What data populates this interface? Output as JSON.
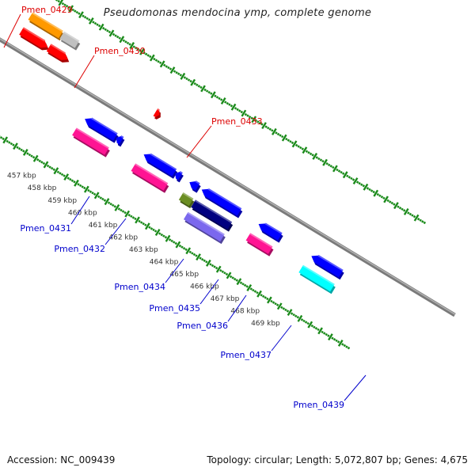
{
  "title": "Pseudomonas mendocina ymp, complete genome",
  "footer": {
    "accession": "Accession: NC_009439",
    "stats": "Topology: circular; Length: 5,072,807 bp; Genes: 4,675"
  },
  "colors": {
    "backbone": "#8a8a8a",
    "tick": "#1a8a1a",
    "label_forward": "#dd0000",
    "label_reverse": "#0000cc"
  },
  "tick_labels": [
    "457 kbp",
    "458 kbp",
    "459 kbp",
    "460 kbp",
    "461 kbp",
    "462 kbp",
    "463 kbp",
    "464 kbp",
    "465 kbp",
    "466 kbp",
    "467 kbp",
    "468 kbp",
    "469 kbp"
  ],
  "tick_label_start_kbp": 457,
  "genes": [
    {
      "name": "Pmen_0429",
      "strand": "+",
      "track": 2,
      "start": 453.2,
      "end": 454.7,
      "color": "#ff9900",
      "labelled": true
    },
    {
      "name": "",
      "strand": "+",
      "track": 2,
      "start": 454.75,
      "end": 455.5,
      "color": "#c0c0c0",
      "labelled": false,
      "alias": "Pmen_0430"
    },
    {
      "name": "",
      "strand": "+",
      "track": 1,
      "start": 453.2,
      "end": 454.5,
      "color": "#ff0000",
      "labelled": false
    },
    {
      "name": "",
      "strand": "+",
      "track": 1,
      "start": 454.55,
      "end": 455.5,
      "color": "#ff0000",
      "labelled": false
    },
    {
      "name": "Pmen_0433",
      "strand": "+",
      "track": 1,
      "start": 459.8,
      "end": 460.0,
      "color": "#ff0000",
      "labelled": true
    },
    {
      "name": "",
      "strand": "-",
      "track": 1,
      "start": 457.4,
      "end": 458.9,
      "color": "#0000ff",
      "labelled": false
    },
    {
      "name": "Pmen_0431",
      "strand": "-",
      "track": 2,
      "start": 457.3,
      "end": 458.9,
      "color": "#ff1493",
      "labelled": true
    },
    {
      "name": "",
      "strand": "-",
      "track": 1,
      "start": 458.95,
      "end": 459.2,
      "color": "#0000ff",
      "labelled": false
    },
    {
      "name": "",
      "strand": "-",
      "track": 1,
      "start": 460.3,
      "end": 461.8,
      "color": "#0000ff",
      "labelled": false
    },
    {
      "name": "Pmen_0434",
      "strand": "-",
      "track": 2,
      "start": 460.2,
      "end": 461.8,
      "color": "#ff1493",
      "labelled": true
    },
    {
      "name": "",
      "strand": "-",
      "track": 1,
      "start": 461.85,
      "end": 462.1,
      "color": "#0000ff",
      "labelled": false
    },
    {
      "name": "",
      "strand": "-",
      "track": 1,
      "start": 462.55,
      "end": 462.95,
      "color": "#0000ff",
      "labelled": false
    },
    {
      "name": "Pmen_0436",
      "strand": "-",
      "track": 2,
      "start": 462.55,
      "end": 463.05,
      "color": "#6b8e23",
      "labelled": true
    },
    {
      "name": "",
      "strand": "-",
      "track": 1,
      "start": 463.15,
      "end": 465.0,
      "color": "#0000ff",
      "labelled": false
    },
    {
      "name": "Pmen_0437",
      "strand": "-",
      "track": 2,
      "start": 463.15,
      "end": 464.95,
      "color": "#000080",
      "labelled": true
    },
    {
      "name": "",
      "strand": "-",
      "track": 3,
      "start": 463.15,
      "end": 464.95,
      "color": "#7b68ee",
      "labelled": false
    },
    {
      "name": "",
      "strand": "-",
      "track": 1,
      "start": 465.95,
      "end": 467.0,
      "color": "#0000ff",
      "labelled": false
    },
    {
      "name": "Pmen_0439",
      "strand": "-",
      "track": 2,
      "start": 465.85,
      "end": 466.95,
      "color": "#ff1493",
      "labelled": true
    },
    {
      "name": "",
      "strand": "-",
      "track": 1,
      "start": 468.55,
      "end": 470.0,
      "color": "#0000ff",
      "labelled": false
    },
    {
      "name": "",
      "strand": "-",
      "track": 2,
      "start": 468.45,
      "end": 470.0,
      "color": "#00ffff",
      "labelled": false
    }
  ],
  "labels": [
    {
      "text": "Pmen_0429",
      "color": "red"
    },
    {
      "text": "Pmen_0430",
      "color": "red"
    },
    {
      "text": "Pmen_0433",
      "color": "red"
    },
    {
      "text": "Pmen_0431",
      "color": "blue"
    },
    {
      "text": "Pmen_0432",
      "color": "blue"
    },
    {
      "text": "Pmen_0434",
      "color": "blue"
    },
    {
      "text": "Pmen_0435",
      "color": "blue"
    },
    {
      "text": "Pmen_0436",
      "color": "blue"
    },
    {
      "text": "Pmen_0437",
      "color": "blue"
    },
    {
      "text": "Pmen_0439",
      "color": "blue"
    }
  ]
}
